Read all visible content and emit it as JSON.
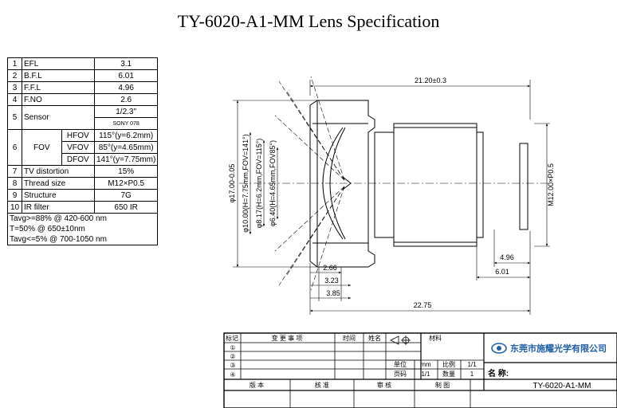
{
  "title": "TY-6020-A1-MM Lens Specification",
  "spec": {
    "rows": [
      {
        "no": "1",
        "label": "EFL",
        "value": "3.1"
      },
      {
        "no": "2",
        "label": "B.F.L",
        "value": "6.01"
      },
      {
        "no": "3",
        "label": "F.F.L",
        "value": "4.96"
      },
      {
        "no": "4",
        "label": "F.NO",
        "value": "2.6"
      }
    ],
    "sensor": {
      "no": "5",
      "label": "Sensor",
      "value1": "1/2.3\"",
      "value2": "SONY 078"
    },
    "fov": {
      "no": "6",
      "label": "FOV",
      "items": [
        {
          "name": "HFOV",
          "value": "115°(y=6.2mm)"
        },
        {
          "name": "VFOV",
          "value": "85°(y=4.65mm)"
        },
        {
          "name": "DFOV",
          "value": "141°(y=7.75mm)"
        }
      ]
    },
    "rows2": [
      {
        "no": "7",
        "label": "TV distortion",
        "value": "15%"
      },
      {
        "no": "8",
        "label": "Thread size",
        "value": "M12×P0.5"
      },
      {
        "no": "9",
        "label": "Structure",
        "value": "7G"
      },
      {
        "no": "10",
        "label": "IR filter",
        "value": "650 IR"
      }
    ],
    "notes": [
      "Tavg>=88%  @ 420-600 nm",
      "T=50%      @ 650±10nm",
      "Tavg<=5%   @ 700-1050 nm"
    ]
  },
  "dims": {
    "top_length": "21.20±0.3",
    "dia_outer": "φ17.00-0.05",
    "dia_10": "φ10.00(H=7.75mm,FOV=141°)",
    "dia_817": "φ8.17(H=6.2mm,FOV=115°)",
    "dia_640": "φ6.40(H=4.65mm,FOV85°)",
    "thread": "M12.00×P0.5",
    "d266": "2.66",
    "d323": "3.23",
    "d385": "3.85",
    "d496": "4.96",
    "d601": "6.01",
    "d2275": "22.75"
  },
  "title_block": {
    "col_mark": "标记",
    "col_change": "变 更 事 项",
    "col_time": "时间",
    "col_sign": "姓名",
    "rev1": "①",
    "rev2": "②",
    "rev3": "③",
    "rev4": "④",
    "material": "材料",
    "unit_label": "单位",
    "unit_value": "mm",
    "scale_label": "比例",
    "scale_value": "1/1",
    "page_label": "页码",
    "page_value": "1/1",
    "qty_label": "数量",
    "qty_value": "1",
    "company": "东莞市施耀光学有限公司",
    "name_label": "名 称:",
    "name_value": "TY-6020-A1-MM",
    "footer_edition": "版 本",
    "footer_check": "核 准",
    "footer_review": "审 核",
    "footer_draw": "制 图"
  }
}
